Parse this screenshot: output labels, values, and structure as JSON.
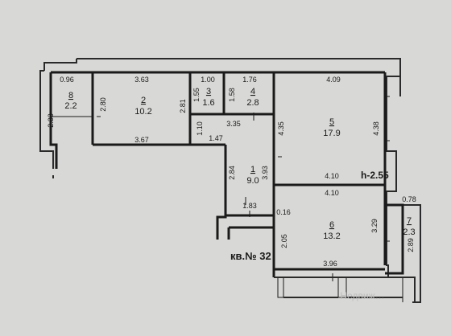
{
  "plan": {
    "flat_label": "кв.№ 32",
    "ceiling_height": "h-2.55",
    "watermark": "Недвиж…",
    "rooms": [
      {
        "num": "1",
        "area": "9.0"
      },
      {
        "num": "2",
        "area": "10.2"
      },
      {
        "num": "3",
        "area": "1.6"
      },
      {
        "num": "4",
        "area": "2.8"
      },
      {
        "num": "5",
        "area": "17.9"
      },
      {
        "num": "6",
        "area": "13.2"
      },
      {
        "num": "7",
        "area": "2.3"
      },
      {
        "num": "8",
        "area": "2.2"
      }
    ],
    "dimensions": {
      "r8_top": "0.96",
      "r8_side": "2.33",
      "r2_top": "3.63",
      "r2_left": "2.80",
      "r2_right": "2.81",
      "r2_bottom": "3.67",
      "r3_top": "1.00",
      "r3_left": "1.55",
      "r4_top": "1.76",
      "r4_left": "1.58",
      "r5_top": "4.09",
      "r5_left": "4.35",
      "r5_right": "4.38",
      "r5_bottom": "4.10",
      "corr_top": "3.35",
      "corr_small": "1.10",
      "r1_top": "1.47",
      "r1_left": "2.84",
      "r1_right": "3.93",
      "r1_bottom": "1.83",
      "r1_gap": "0.16",
      "r6_top": "4.10",
      "r6_left": "2.05",
      "r6_right": "3.29",
      "r6_bottom": "3.96",
      "r7_top": "0.78",
      "r7_right": "2.89"
    }
  }
}
